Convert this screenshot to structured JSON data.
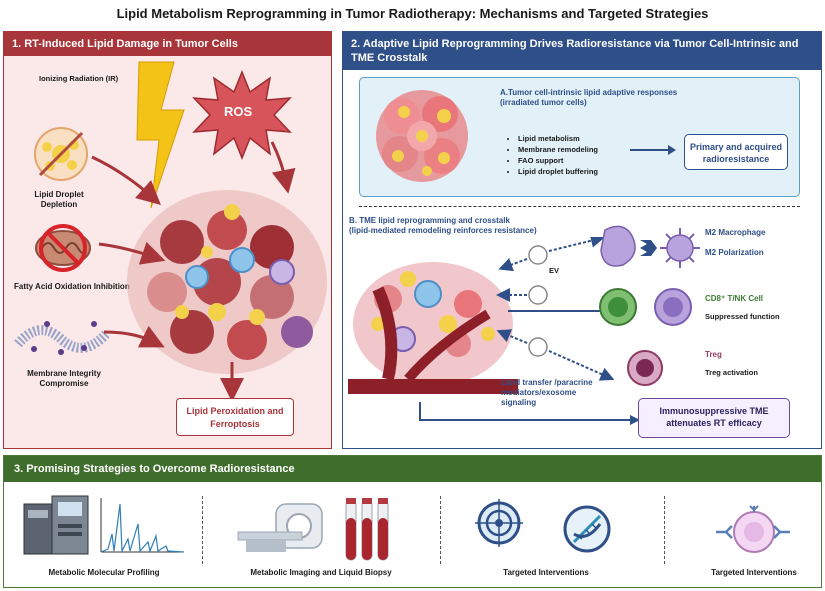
{
  "title": "Lipid Metabolism Reprogramming in Tumor Radiotherapy: Mechanisms and Targeted Strategies",
  "panel1": {
    "header": "1.  RT-Induced Lipid Damage in Tumor Cells",
    "ionizing": "Ionizing Radiation (IR)",
    "ros": "ROS",
    "droplet": "Lipid Droplet Depletion",
    "fao": "Fatty Acid Oxidation Inhibition",
    "membrane": "Membrane Integrity Compromise",
    "result": "Lipid Peroxidation and Ferroptosis"
  },
  "panel2": {
    "header": "2. Adaptive Lipid Reprogramming Drives Radioresistance via Tumor Cell-Intrinsic and TME Crosstalk",
    "subA_title": "A.Tumor cell-intrinsic lipid adaptive responses",
    "subA_sub": "(irradiated tumor cells)",
    "bullets": [
      "Lipid metabolism",
      "Membrane remodeling",
      "FAO support",
      "Lipid droplet buffering"
    ],
    "resistance": "Primary and acquired radioresistance",
    "subB_title": "B. TME lipid reprogramming and crosstalk",
    "subB_sub": "(lipid-mediated remodeling reinforces resistance)",
    "ev": "EV",
    "m2_macrophage": "M2 Macrophage",
    "m2_polarization": "M2 Polarization",
    "cd8": "CD8⁺ T/NK Cell",
    "suppressed": "Suppressed function",
    "treg": "Treg",
    "treg_activation": "Treg activation",
    "transfer": "Lipid transfer /paracrine mediators/exosome signaling",
    "tme_box": "Immunosuppressive TME attenuates RT efficacy"
  },
  "panel3": {
    "header": "3. Promising Strategies to Overcome Radioresistance",
    "items": [
      "Metabolic Molecular Profiling",
      "Metabolic Imaging and Liquid Biopsy",
      "Targeted Interventions",
      "Targeted Interventions"
    ]
  },
  "colors": {
    "red": "#a8353a",
    "blue": "#2e4f87",
    "green": "#3f6d2c",
    "purple": "#6a4b9a"
  }
}
